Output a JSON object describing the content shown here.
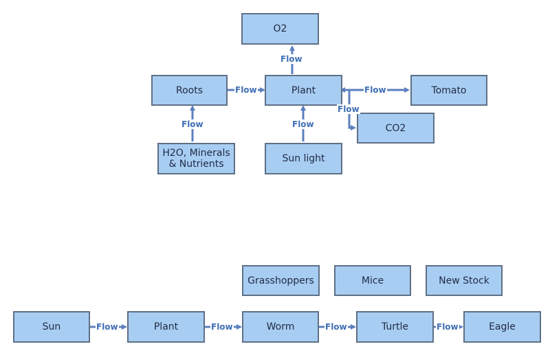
{
  "colors": {
    "node_fill": "#a8cdf2",
    "node_border": "#5e6f86",
    "connector": "#5b7fbf",
    "flow_label": "#3f6fb5"
  },
  "nodes": {
    "o2": "O2",
    "roots": "Roots",
    "plant_top": "Plant",
    "tomato": "Tomato",
    "co2": "CO2",
    "h2o_line1": "H2O, Minerals",
    "h2o_line2": "& Nutrients",
    "sun_light": "Sun light",
    "grasshoppers": "Grasshoppers",
    "mice": "Mice",
    "new_stock": "New Stock",
    "sun": "Sun",
    "plant_bottom": "Plant",
    "worm": "Worm",
    "turtle": "Turtle",
    "eagle": "Eagle"
  },
  "flow_label": "Flow"
}
